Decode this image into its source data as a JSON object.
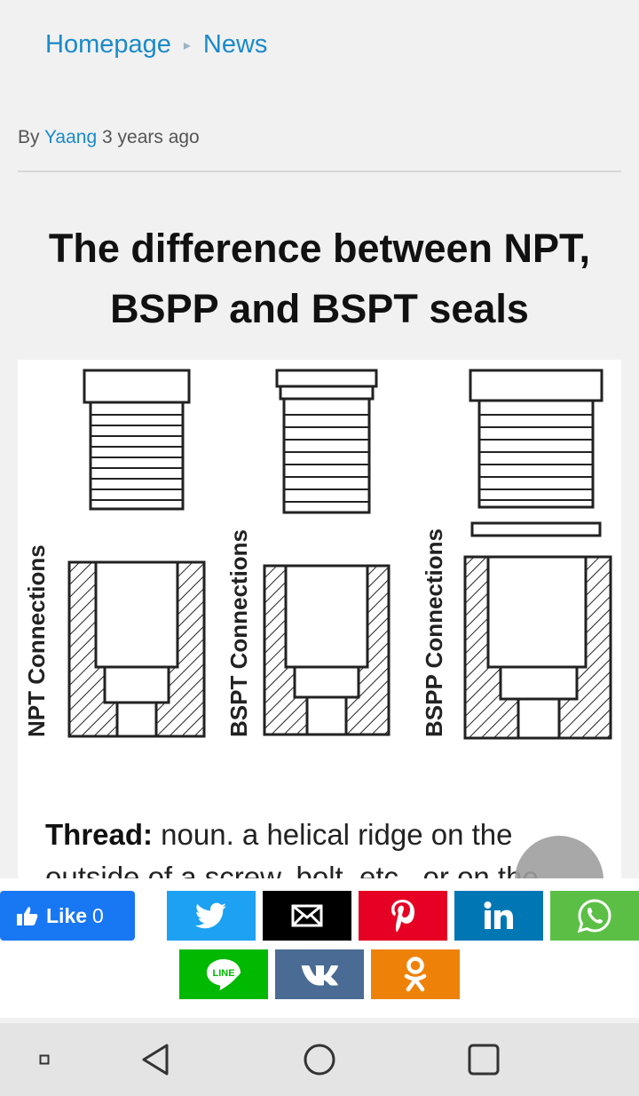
{
  "breadcrumb": {
    "home": "Homepage",
    "section": "News"
  },
  "byline": {
    "by": "By",
    "author": "Yaang",
    "time": "3 years ago"
  },
  "article": {
    "title_line1": "The difference between NPT,",
    "title_line2": "BSPP and BSPT seals",
    "figure": {
      "labels": [
        "NPT Connections",
        "BSPT Connections",
        "BSPP Connections"
      ]
    },
    "text_bold": "Thread:",
    "text_line1": " noun. a helical ridge on the",
    "text_line2": "outside of a screw, bolt, etc., or on the"
  },
  "share": {
    "like_label": "Like",
    "like_count": "0",
    "buttons": [
      "twitter",
      "email",
      "pinterest",
      "linkedin",
      "whatsapp",
      "line",
      "vk",
      "odnoklassniki"
    ],
    "line_label": "LINE",
    "colors": {
      "facebook": "#1877f2",
      "twitter": "#1da1f2",
      "email": "#000000",
      "pinterest": "#e60023",
      "linkedin": "#0077b5",
      "whatsapp": "#5cbf45",
      "line": "#00b900",
      "vk": "#4a6c94",
      "odnoklassniki": "#ee8208"
    }
  },
  "nav": {
    "buttons": [
      "recent-apps-small",
      "back",
      "home",
      "overview"
    ]
  }
}
